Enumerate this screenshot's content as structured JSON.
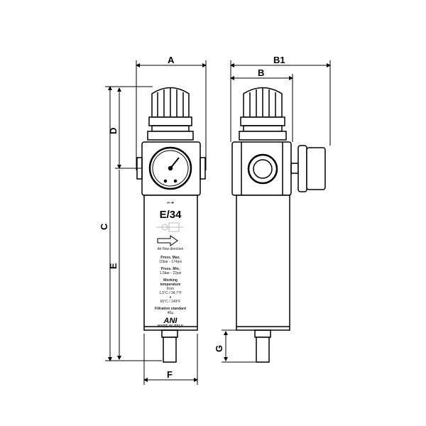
{
  "dimensions": {
    "a": "A",
    "b1": "B1",
    "b": "B",
    "c": "C",
    "d": "D",
    "e": "E",
    "f": "F",
    "g": "G"
  },
  "label": {
    "model": "E/34",
    "flow": "Air flow direction",
    "pmax_title": "Press. Max.",
    "pmax": "12bar - 174psi",
    "pmin_title": "Press. Min.",
    "pmin": "1.5bar - 22psi",
    "temp1": "Working",
    "temp2": "temperature",
    "temp3": "from",
    "temp4": "1,5°C / 34,7°F",
    "temp5": "a",
    "temp6": "65°C / 149°F",
    "filt": "Filtration standard",
    "filt_val": "40µ",
    "brand": "ANI",
    "made": "MADE IN ITALY"
  }
}
